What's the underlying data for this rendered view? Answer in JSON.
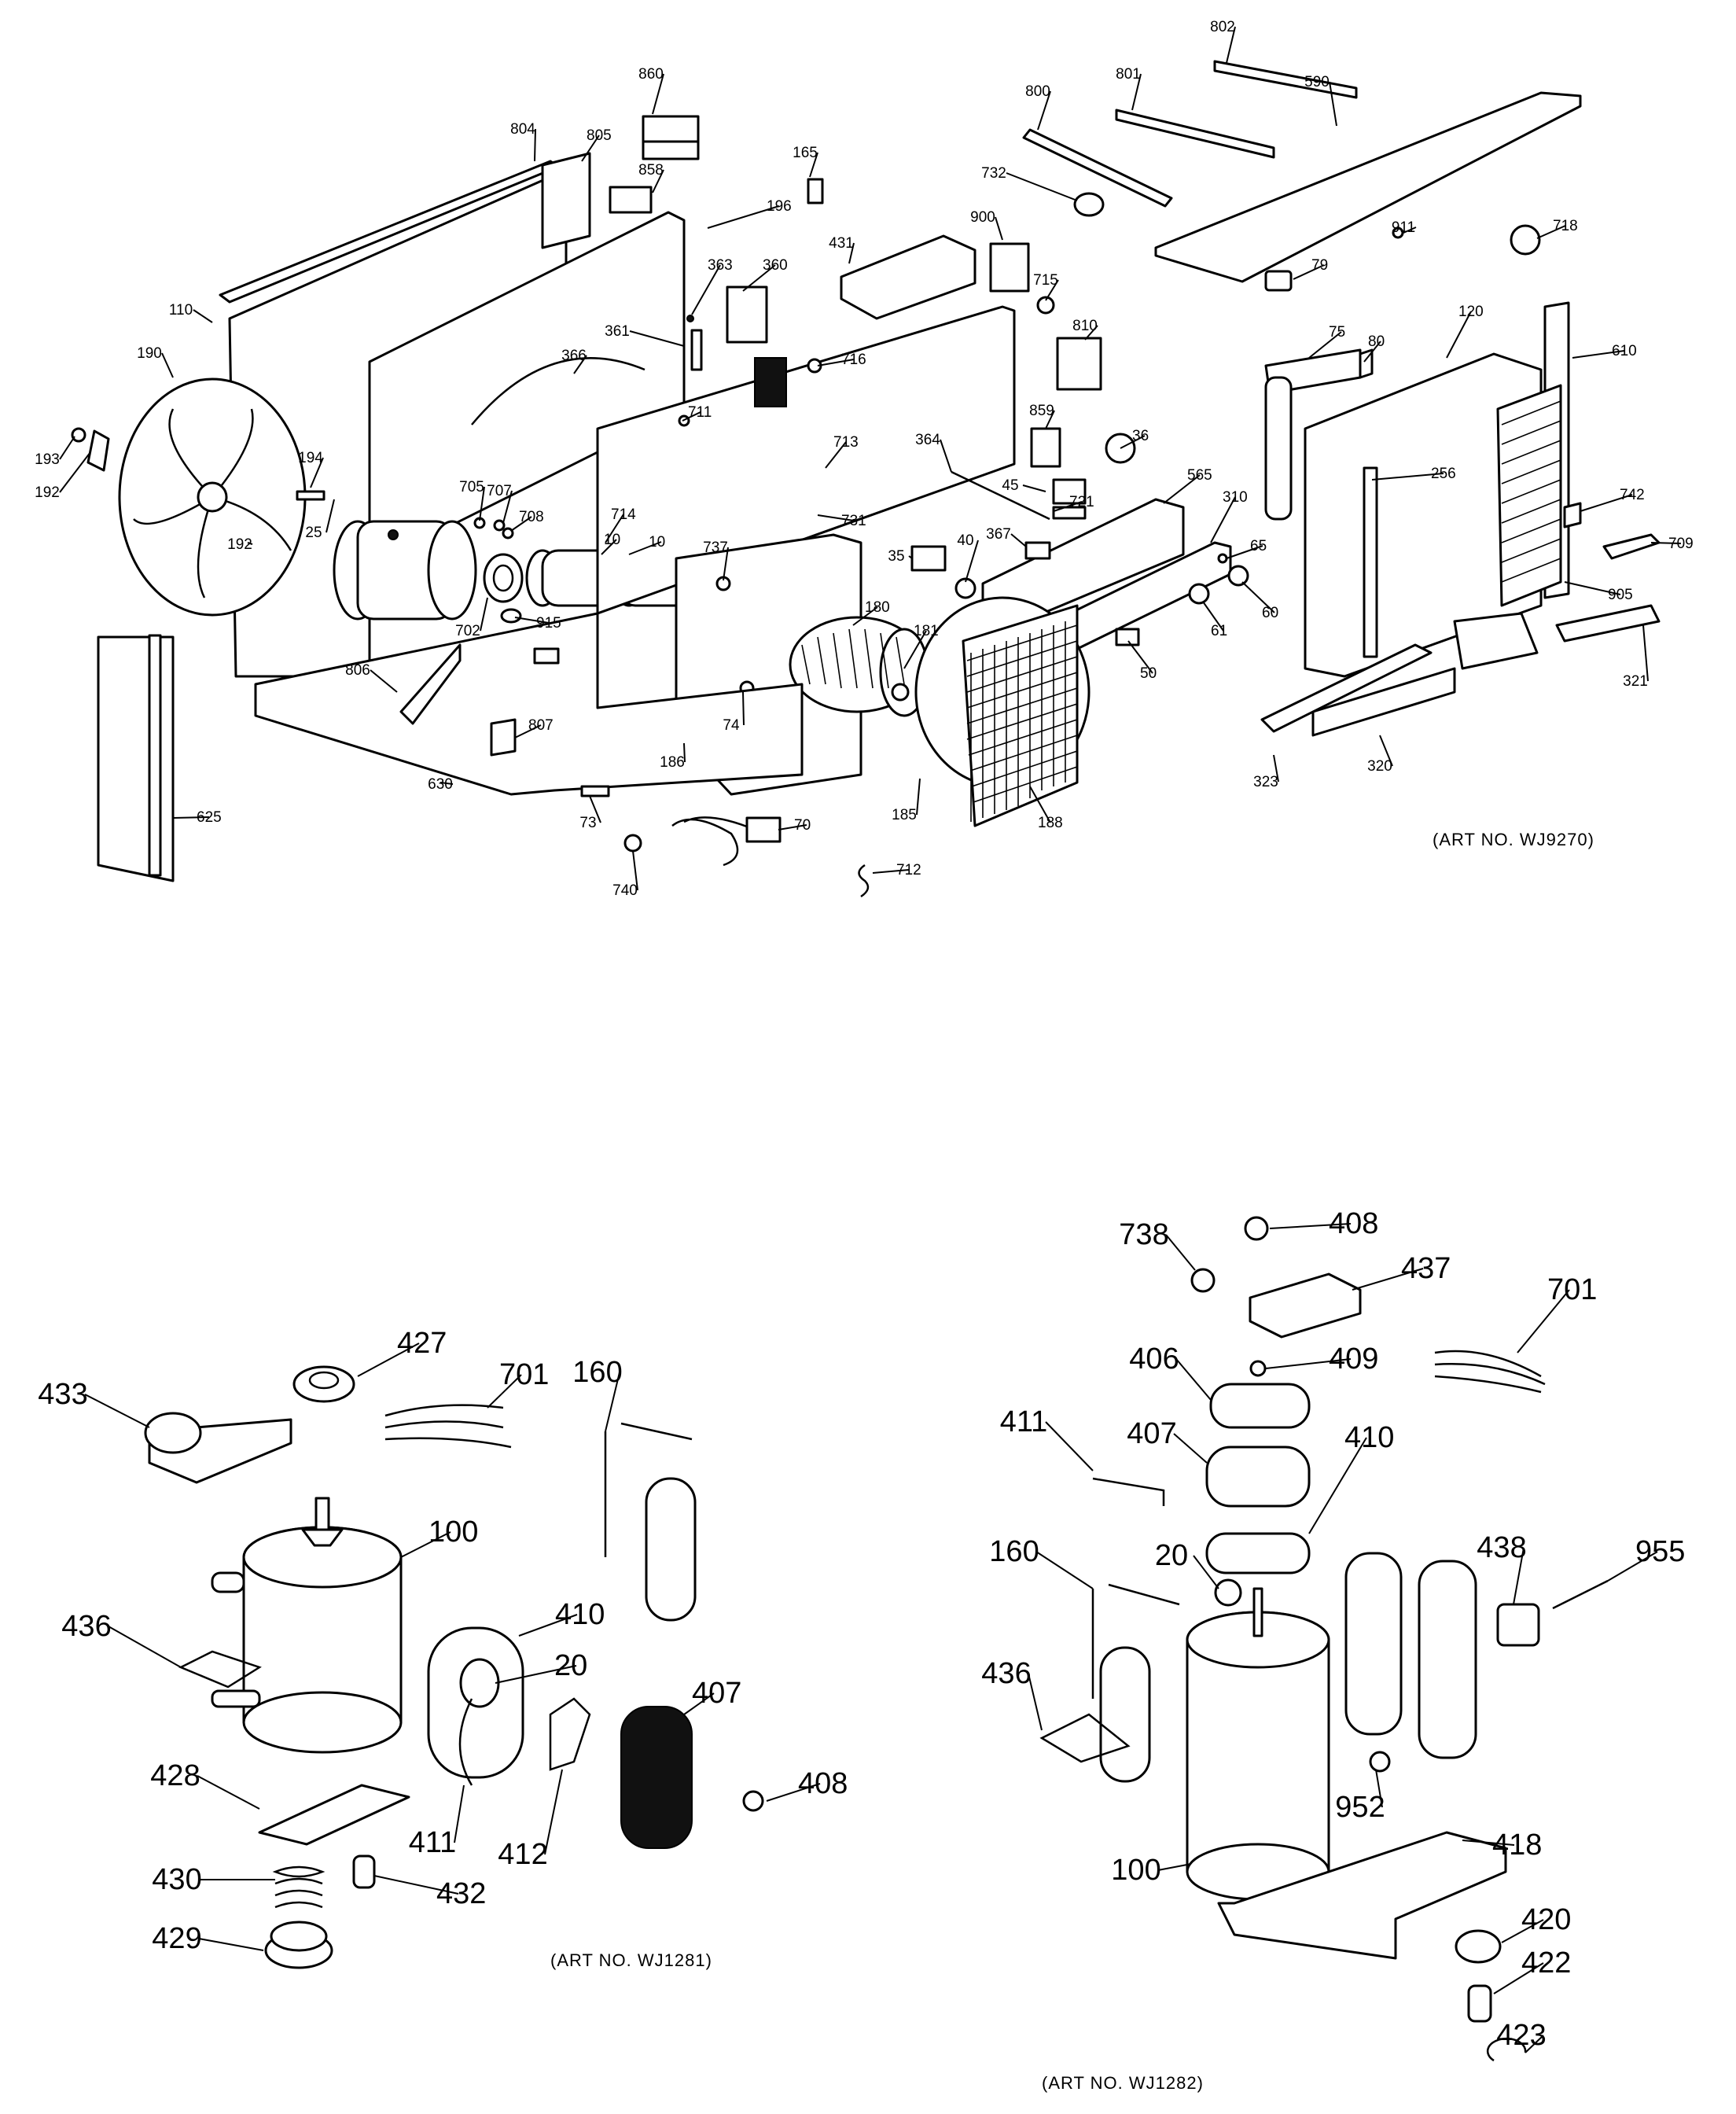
{
  "diagram_a": {
    "art_number": "(ART NO. WJ9270)",
    "labels": [
      "860",
      "804",
      "805",
      "858",
      "165",
      "196",
      "363",
      "360",
      "110",
      "190",
      "366",
      "361",
      "193",
      "192",
      "194",
      "192",
      "25",
      "705",
      "707",
      "708",
      "702",
      "915",
      "714",
      "10",
      "10",
      "713",
      "731",
      "737",
      "180",
      "181",
      "186",
      "74",
      "806",
      "807",
      "630",
      "73",
      "740",
      "70",
      "185",
      "188",
      "712",
      "625",
      "431",
      "900",
      "715",
      "716",
      "711",
      "810",
      "859",
      "36",
      "364",
      "45",
      "721",
      "35",
      "40",
      "367",
      "565",
      "310",
      "50",
      "65",
      "61",
      "60",
      "802",
      "801",
      "800",
      "732",
      "590",
      "911",
      "718",
      "79",
      "75",
      "80",
      "120",
      "610",
      "256",
      "742",
      "709",
      "905",
      "321",
      "320",
      "323"
    ]
  },
  "diagram_b": {
    "art_number": "(ART NO. WJ1281)",
    "labels": [
      "433",
      "427",
      "701",
      "160",
      "100",
      "436",
      "410",
      "20",
      "407",
      "408",
      "428",
      "411",
      "412",
      "430",
      "432",
      "429"
    ]
  },
  "diagram_c": {
    "art_number": "(ART NO. WJ1282)",
    "labels": [
      "738",
      "408",
      "437",
      "701",
      "406",
      "409",
      "411",
      "407",
      "410",
      "160",
      "20",
      "438",
      "955",
      "436",
      "952",
      "418",
      "100",
      "420",
      "422",
      "423"
    ]
  }
}
